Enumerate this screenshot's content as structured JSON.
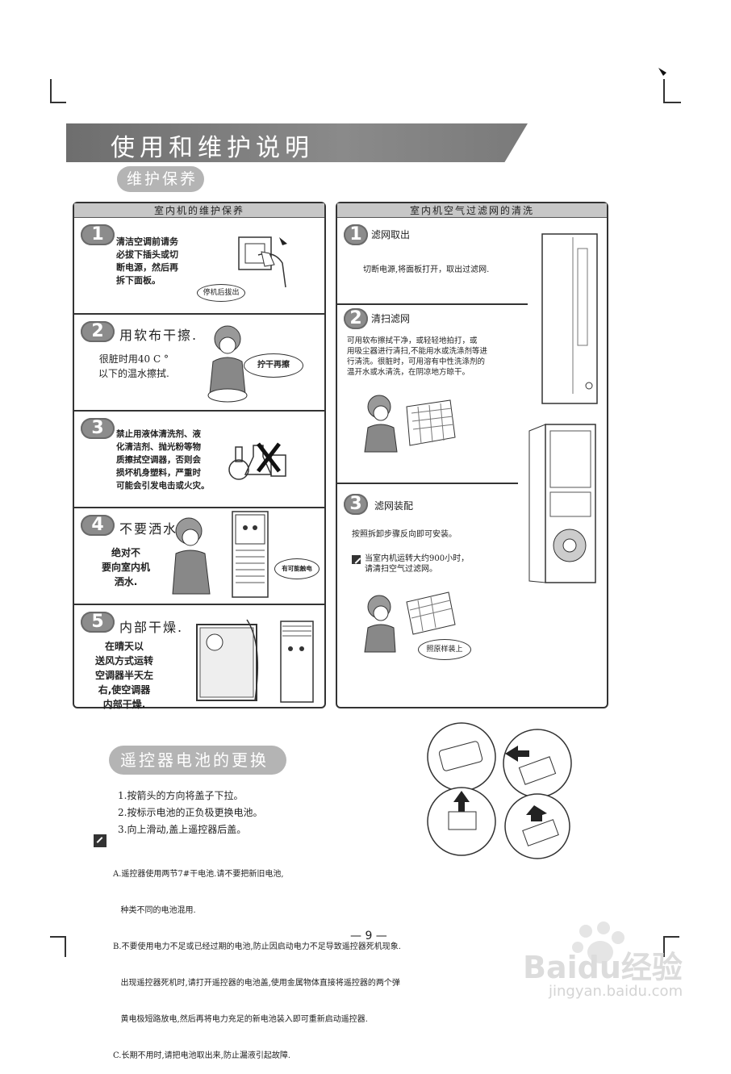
{
  "page": {
    "title": "使用和维护说明",
    "section1": "维护保养",
    "section2": "遥控器电池的更换",
    "page_number": "— 9 —"
  },
  "left_panel": {
    "header": "室内机的维护保养",
    "steps": [
      {
        "num": "1",
        "text": "清洁空调前请务\n必拔下插头或切\n断电源，然后再\n拆下面板。",
        "bubble": "停机后拔出"
      },
      {
        "num": "2",
        "heading": "用软布干擦.",
        "text": "很脏时用40 C °\n以下的温水擦拭.",
        "bubble": "拧干再擦"
      },
      {
        "num": "3",
        "text": "禁止用液体清洗剂、液\n化清洁剂、抛光粉等物\n质擦拭空调器，否则会\n损坏机身塑料，严重时\n可能会引发电击或火灾。"
      },
      {
        "num": "4",
        "heading": "不要洒水.",
        "text": "绝对不\n要向室内机\n洒水.",
        "bubble": "有可能触电"
      },
      {
        "num": "5",
        "heading": "内部干燥.",
        "text": "在晴天以\n送风方式运转\n空调器半天左\n右,使空调器\n内部干燥."
      }
    ]
  },
  "right_panel": {
    "header": "室内机空气过滤网的清洗",
    "steps": [
      {
        "num": "1",
        "heading": "滤网取出",
        "text": "切断电源,将面板打开，取出过滤网."
      },
      {
        "num": "2",
        "heading": "清扫滤网",
        "text": "可用软布擦拭干净，或轻轻地拍打，或\n用吸尘器进行清扫,不能用水或洗涤剂等进\n行清洗。很脏时，可用溶有中性洗涤剂的\n温开水或水清洗，在阴凉地方晾干。"
      },
      {
        "num": "3",
        "heading": "滤网装配",
        "text": "按照拆卸步骤反向即可安装。",
        "note": "当室内机运转大约900小时，\n请清扫空气过滤网。",
        "bubble": "照原样装上"
      }
    ]
  },
  "battery": {
    "steps": [
      "1.按箭头的方向将盖子下拉。",
      "2.按标示电池的正负极更换电池。",
      "3.向上滑动,盖上遥控器后盖。"
    ],
    "notes": [
      "A.遥控器使用两节7#干电池.请不要把新旧电池,",
      "   种类不同的电池混用.",
      "B.不要使用电力不足或已经过期的电池,防止因启动电力不足导致遥控器死机现象.",
      "   出现遥控器死机时,请打开遥控器的电池盖,使用金属物体直接将遥控器的两个弹",
      "   黄电极短路放电,然后再将电力充足的新电池装入即可重新启动遥控器.",
      "C.长期不用时,请把电池取出来,防止漏液引起故障."
    ]
  },
  "watermark": {
    "brand": "Baidu经验",
    "url": "jingyan.baidu.com"
  }
}
